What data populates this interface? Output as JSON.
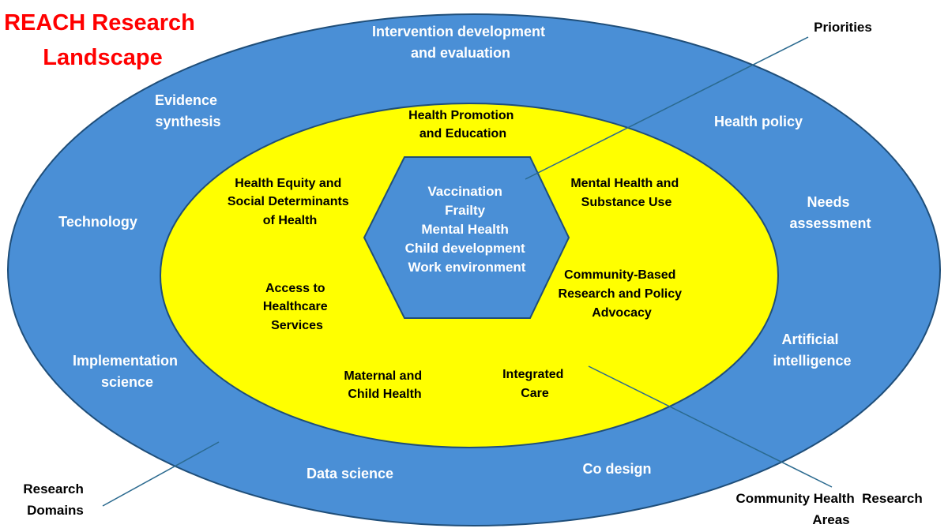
{
  "title": [
    "REACH Research",
    "Landscape"
  ],
  "colors": {
    "outer": "#4a8fd6",
    "middle": "#ffff00",
    "core": "#4a8fd6",
    "title": "#ff0000",
    "leader_line": "#2b6a8f"
  },
  "research_domains": {
    "intervention": [
      "Intervention development",
      "and evaluation"
    ],
    "evidence": [
      "Evidence",
      "synthesis"
    ],
    "health_policy": [
      "Health policy"
    ],
    "technology": [
      "Technology"
    ],
    "needs": [
      "Needs",
      "assessment"
    ],
    "implementation": [
      "Implementation",
      "science"
    ],
    "ai": [
      "Artificial",
      "intelligence"
    ],
    "data_science": [
      "Data science"
    ],
    "co_design": [
      "Co design"
    ]
  },
  "community_areas": {
    "promotion": [
      "Health Promotion",
      "and Education"
    ],
    "equity": [
      "Health Equity and",
      "Social Determinants",
      "of Health"
    ],
    "mental": [
      "Mental Health and",
      "Substance Use"
    ],
    "access": [
      "Access to",
      "Healthcare",
      "Services"
    ],
    "cbr": [
      "Community-Based",
      "Research and Policy",
      "Advocacy"
    ],
    "maternal": [
      "Maternal and",
      "Child Health"
    ],
    "integrated": [
      "Integrated",
      "Care"
    ]
  },
  "priorities": [
    "Vaccination",
    "Frailty",
    "Mental Health",
    "Child development",
    "Work environment"
  ],
  "callouts": {
    "priorities": [
      "Priorities"
    ],
    "research_domains": [
      "Research",
      "Domains"
    ],
    "community": [
      "Community Health  Research",
      "Areas"
    ]
  }
}
